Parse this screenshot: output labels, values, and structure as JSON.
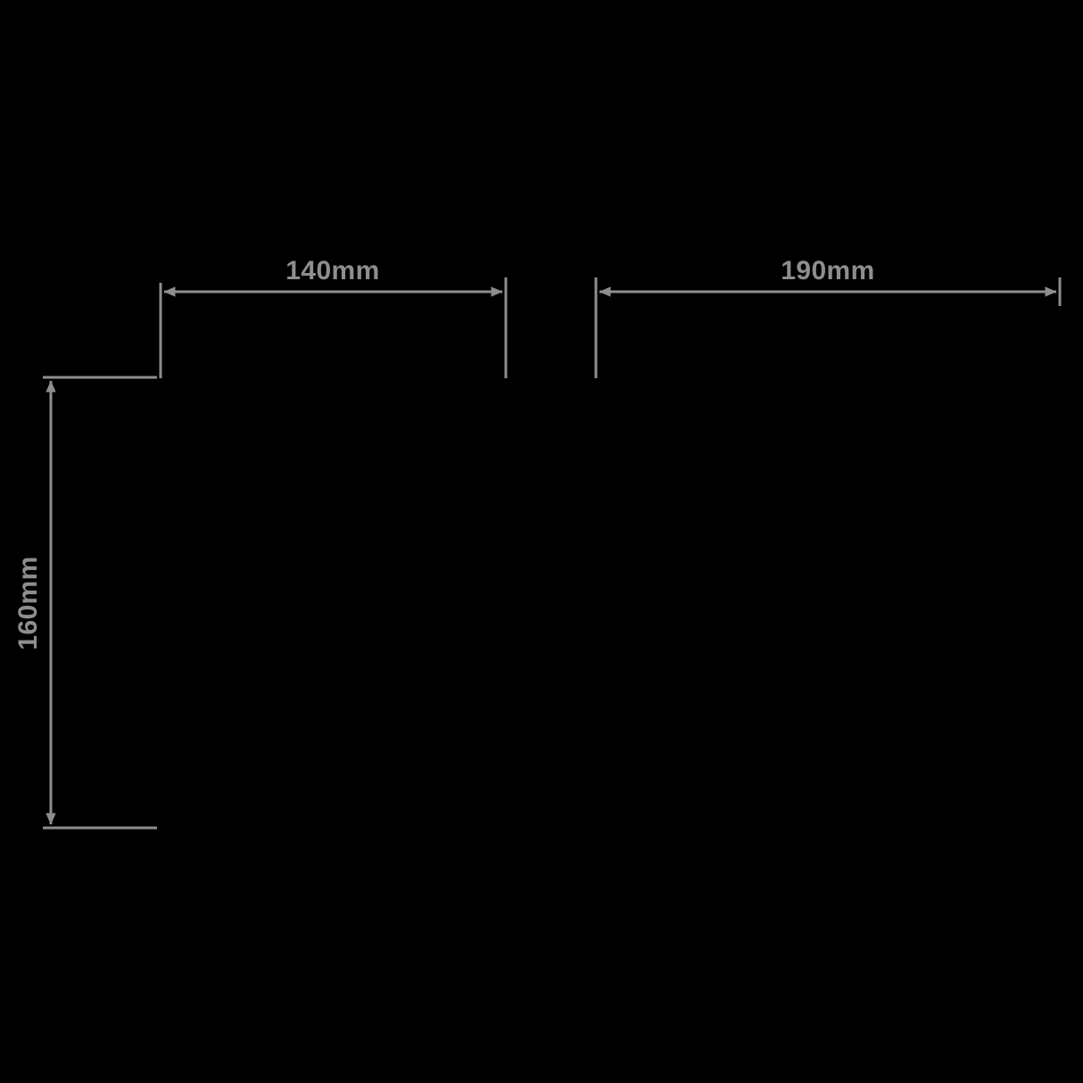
{
  "diagram": {
    "background_color": "#000000",
    "line_color": "#8e8e8e",
    "dimensions": {
      "top_left_width": {
        "label": "140mm"
      },
      "top_right_width": {
        "label": "190mm"
      },
      "left_height": {
        "label": "160mm"
      }
    }
  }
}
